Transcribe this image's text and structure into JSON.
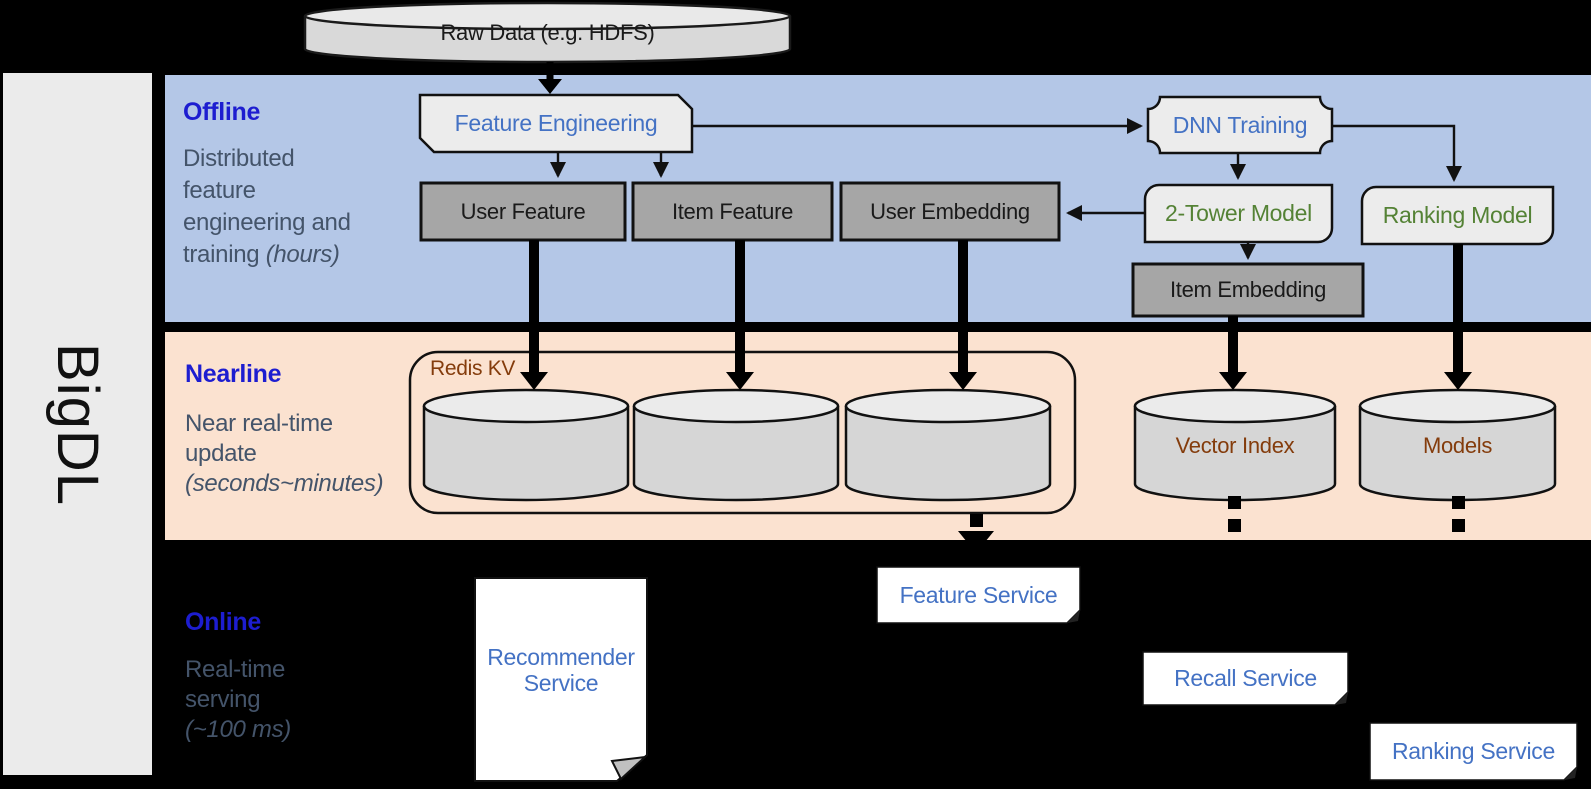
{
  "brand": "BigDL",
  "source": {
    "label": "Raw Data (e.g. HDFS)"
  },
  "bands": {
    "offline": {
      "title": "Offline",
      "sub1": "Distributed",
      "sub2": "feature",
      "sub3": "engineering and",
      "sub4a": "training ",
      "sub4b": "(hours)"
    },
    "nearline": {
      "title": "Nearline",
      "sub1": "Near real-time",
      "sub2": "update",
      "sub3_italic": "(seconds~minutes)"
    },
    "online": {
      "title": "Online",
      "sub1": "Real-time",
      "sub2": "serving",
      "sub3_italic": "(~100 ms)"
    }
  },
  "nodes": {
    "feature_engineering": "Feature Engineering",
    "dnn_training": "DNN Training",
    "user_feature": "User Feature",
    "item_feature": "Item Feature",
    "user_embedding": "User Embedding",
    "two_tower_model": "2-Tower Model",
    "ranking_model": "Ranking Model",
    "item_embedding": "Item Embedding",
    "redis_kv": "Redis KV",
    "vector_index": "Vector Index",
    "models": "Models",
    "recommender_service": "Recommender Service",
    "feature_service": "Feature Service",
    "recall_service": "Recall Service",
    "ranking_service": "Ranking Service"
  },
  "colors": {
    "offline_band": "#b4c7e7",
    "nearline_band": "#fbe2d0",
    "band_title_blue": "#1d1dd0",
    "band_subtitle": "#44546a",
    "node_text_blue": "#4472c4",
    "node_text_green": "#548235",
    "node_text_brown": "#843c0c",
    "gray_box_fill": "#a6a6a6",
    "light_box_fill": "#ececec",
    "cylinder_fill": "#d6d6d6",
    "brand_bar_fill": "#ebebeb"
  }
}
